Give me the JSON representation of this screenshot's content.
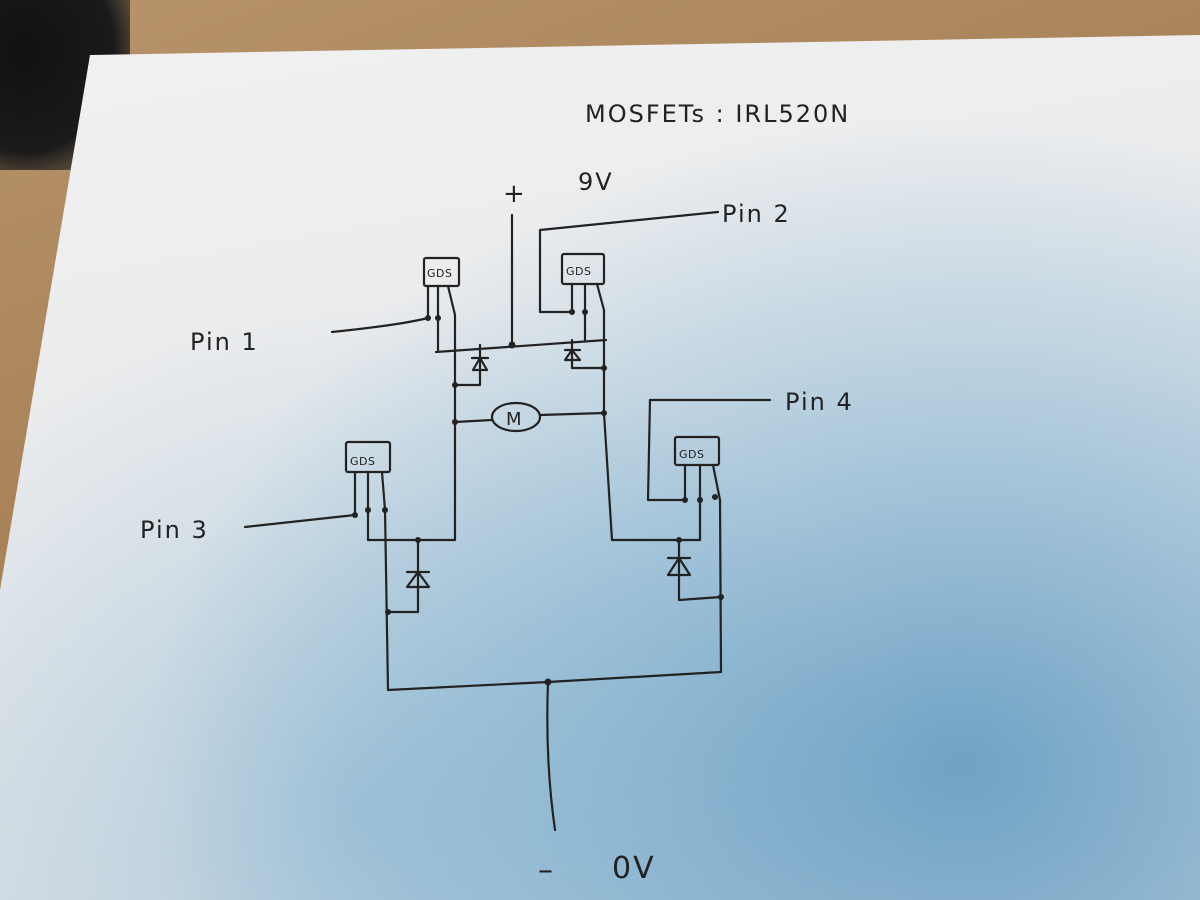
{
  "title": "MOSFETs : IRL520N",
  "supply": {
    "plus": "+",
    "voltage": "9V"
  },
  "ground": {
    "minus": "–",
    "voltage": "0V"
  },
  "pins": {
    "pin1": "Pin 1",
    "pin2": "Pin 2",
    "pin3": "Pin 3",
    "pin4": "Pin 4"
  },
  "motor_label": "M",
  "mosfet_pin_label": "GDS"
}
